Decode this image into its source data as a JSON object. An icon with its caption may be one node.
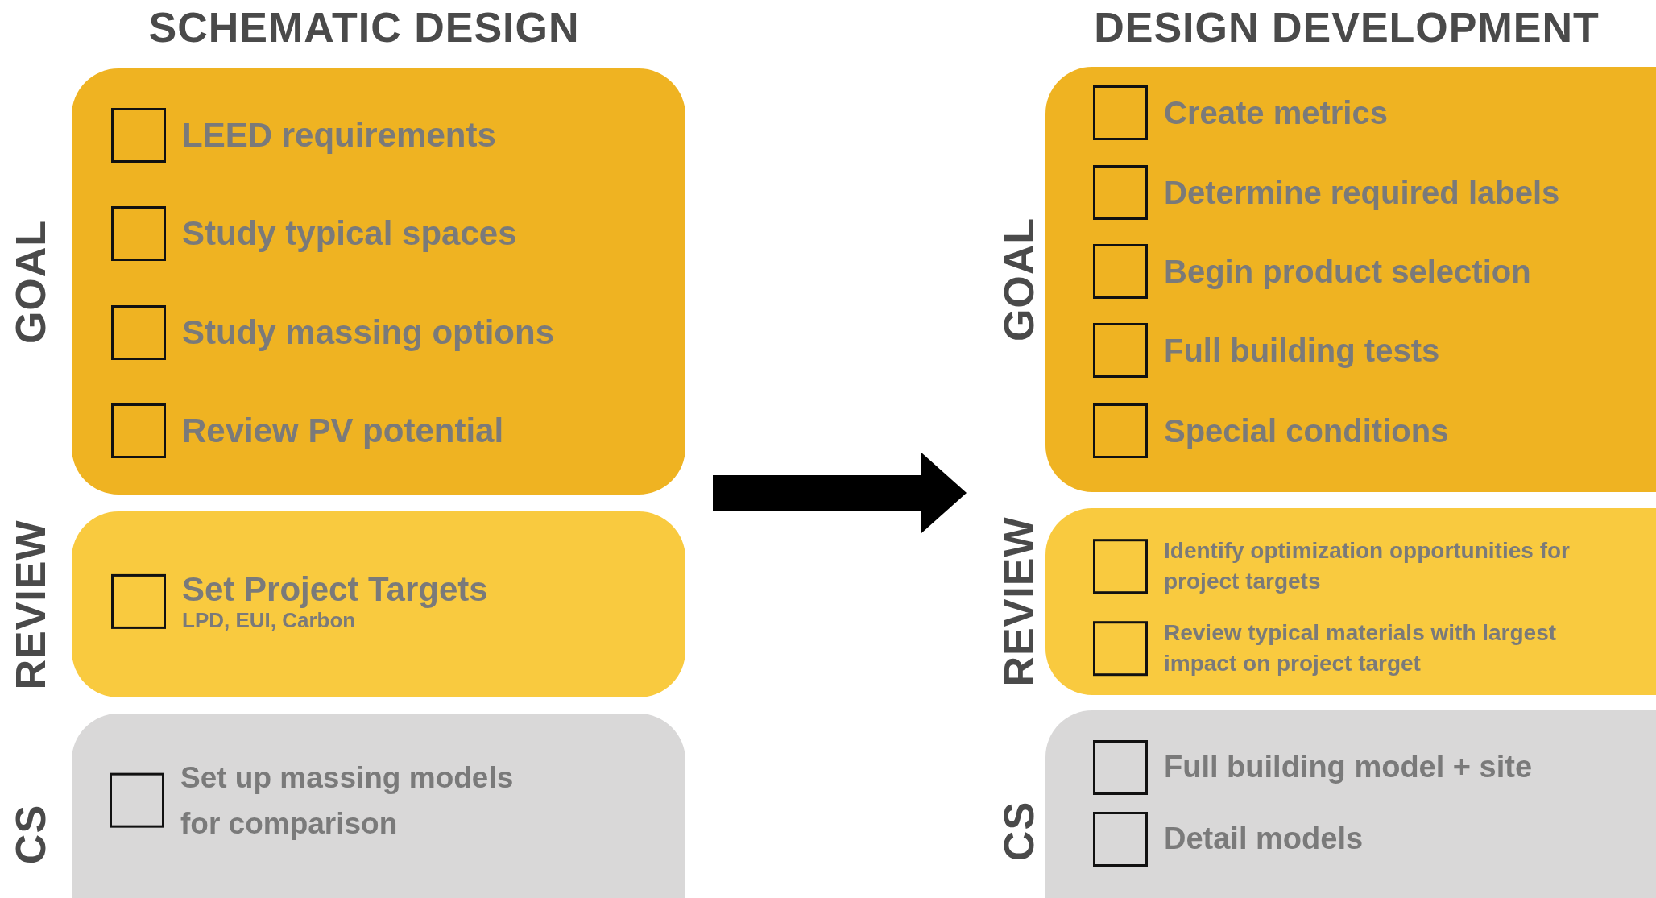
{
  "diagram": {
    "nodes": [
      {
        "text": [
          "GOAL"
        ]
      },
      {
        "text": [
          "LEED requirements"
        ],
        "in": 0
      },
      {
        "text": [
          "Study typical spaces"
        ],
        "in": 0
      },
      {
        "text": [
          "Study massing options"
        ],
        "in": 0
      },
      {
        "text": [
          "Review PV potential"
        ],
        "in": 0
      },
      {
        "text": [
          "REVIEW"
        ]
      },
      {
        "text": [
          "Set Project Targets",
          "LPD, EUI, Carbon"
        ],
        "in": 5
      },
      {
        "text": [
          "CS"
        ]
      },
      {
        "text": [
          "Set up massing models for comparison"
        ],
        "in": 7
      },
      {
        "text": [
          "GOAL"
        ]
      },
      {
        "text": [
          "Create metrics"
        ],
        "in": 9
      },
      {
        "text": [
          "Determine required labels"
        ],
        "in": 9
      },
      {
        "text": [
          "Begin product selection"
        ],
        "in": 9
      },
      {
        "text": [
          "Full building tests"
        ],
        "in": 9
      },
      {
        "text": [
          "Special conditions"
        ],
        "in": 9
      },
      {
        "text": [
          "REVIEW"
        ]
      },
      {
        "text": [
          "Identify optimization opportunities for project targets"
        ],
        "in": 15
      },
      {
        "text": [
          "Review typical materials with largest impact on project target"
        ],
        "in": 15
      },
      {
        "text": [
          "CS"
        ]
      },
      {
        "text": [
          "Full building model + site"
        ],
        "in": 18
      },
      {
        "text": [
          "Detail models"
        ],
        "in": 18
      }
    ],
    "edges": [
      {
        "from": 0,
        "to": 9,
        "arrow": "to"
      }
    ],
    "labels": [
      "SCHEMATIC DESIGN",
      "DESIGN DEVELOPMENT"
    ]
  }
}
